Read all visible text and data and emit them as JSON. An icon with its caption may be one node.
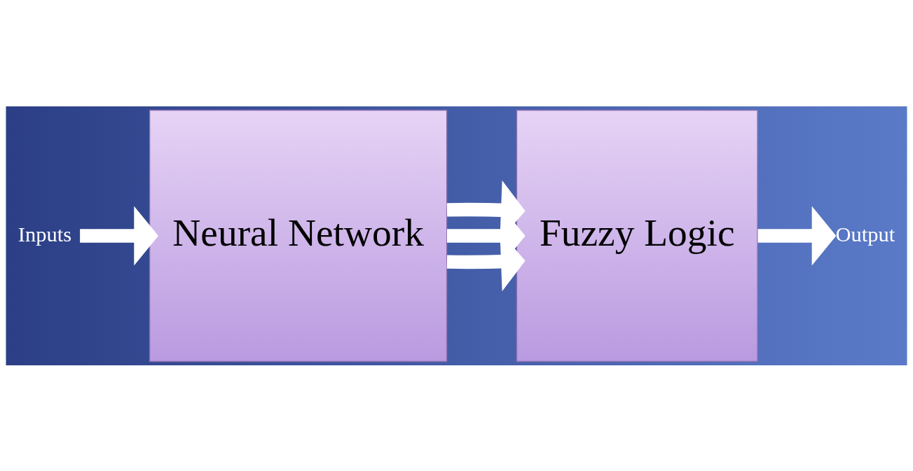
{
  "diagram": {
    "nodes": [
      {
        "text": [
          "Inputs"
        ]
      },
      {
        "text": [
          "Neural Network"
        ]
      },
      {
        "text": [
          "Fuzzy Logic"
        ]
      },
      {
        "text": [
          "Output"
        ]
      }
    ],
    "edges": [
      {
        "from": 0,
        "to": 1,
        "arrow": "to"
      },
      {
        "from": 1,
        "to": 2,
        "arrow": "to"
      },
      {
        "from": 1,
        "to": 2,
        "arrow": "to"
      },
      {
        "from": 1,
        "to": 2,
        "arrow": "to"
      },
      {
        "from": 2,
        "to": 3,
        "arrow": "to"
      }
    ]
  }
}
